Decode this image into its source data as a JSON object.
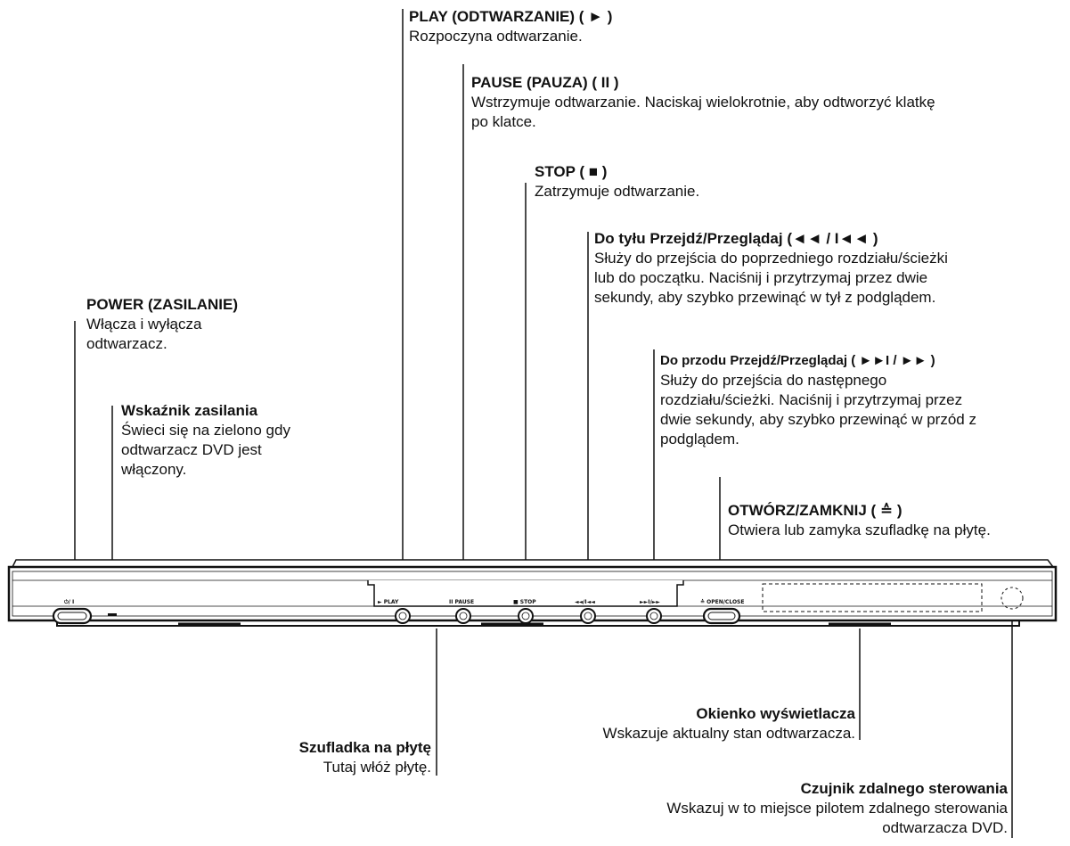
{
  "labels": {
    "play": {
      "title": "PLAY (ODTWARZANIE) ( ► )",
      "desc": [
        "Rozpoczyna odtwarzanie."
      ]
    },
    "pause": {
      "title": "PAUSE (PAUZA) ( II )",
      "desc": [
        "Wstrzymuje odtwarzanie. Naciskaj wielokrotnie, aby odtworzyć klatkę",
        "po klatce."
      ]
    },
    "stop": {
      "title": "STOP ( ■ )",
      "desc": [
        "Zatrzymuje odtwarzanie."
      ]
    },
    "skip_back": {
      "title": "Do tyłu Przejdź/Przeglądaj  (◄◄ / I◄◄ )",
      "desc": [
        "Służy do przejścia do poprzedniego rozdziału/ścieżki",
        "lub do początku. Naciśnij i przytrzymaj przez dwie",
        "sekundy, aby szybko przewinąć w tył z podglądem."
      ]
    },
    "power": {
      "title": "POWER (ZASILANIE)",
      "desc": [
        "Włącza i wyłącza",
        "odtwarzacz."
      ]
    },
    "skip_forward": {
      "title": "Do przodu Przejdź/Przeglądaj ( ►►I / ►► )",
      "desc": [
        "Służy do przejścia do następnego",
        "rozdziału/ścieżki. Naciśnij i przytrzymaj przez",
        "dwie sekundy, aby szybko przewinąć w przód z",
        "podglądem."
      ]
    },
    "power_indicator": {
      "title": "Wskaźnik zasilania",
      "desc": [
        "Świeci się na zielono gdy",
        "odtwarzacz DVD jest",
        "włączony."
      ]
    },
    "open_close": {
      "title": "OTWÓRZ/ZAMKNIJ ( ≙ )",
      "desc": [
        "Otwiera lub zamyka szufladkę na płytę."
      ]
    },
    "display_window": {
      "title": "Okienko wyświetlacza",
      "desc": [
        "Wskazuje aktualny stan odtwarzacza."
      ]
    },
    "disc_tray": {
      "title": "Szufladka na płytę",
      "desc": [
        "Tutaj włóż płytę."
      ]
    },
    "remote_sensor": {
      "title": "Czujnik zdalnego sterowania",
      "desc": [
        "Wskazuj w to miejsce pilotem zdalnego sterowania",
        "odtwarzacza DVD."
      ]
    }
  },
  "panel_labels": {
    "power": "⏻/ I",
    "play": "► PLAY",
    "pause": "II PAUSE",
    "stop": "■ STOP",
    "rev": "◄◄/I◄◄",
    "fwd": "►►I/►►",
    "open_close": "≙ OPEN/CLOSE"
  }
}
